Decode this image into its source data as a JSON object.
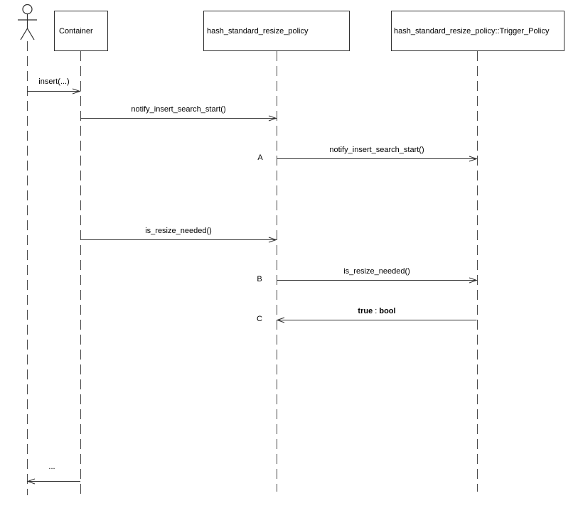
{
  "diagram": {
    "type": "uml-sequence",
    "colors": {
      "background": "#ffffff",
      "ink": "#2e2e2e",
      "lifeline": "#4a4a4a"
    },
    "actor": {
      "icon": "stick-figure-actor"
    },
    "participants": [
      {
        "label": "Container"
      },
      {
        "label": "hash_standard_resize_policy"
      },
      {
        "label": "hash_standard_resize_policy::Trigger_Policy"
      }
    ],
    "messages": [
      {
        "label": "insert(...)",
        "from": "actor",
        "to": "Container",
        "direction": "right"
      },
      {
        "label": "notify_insert_search_start()",
        "from": "Container",
        "to": "hash_standard_resize_policy",
        "direction": "right"
      },
      {
        "seq": "A",
        "label": "notify_insert_search_start()",
        "from": "hash_standard_resize_policy",
        "to": "hash_standard_resize_policy::Trigger_Policy",
        "direction": "right"
      },
      {
        "label": "is_resize_needed()",
        "from": "Container",
        "to": "hash_standard_resize_policy",
        "direction": "right"
      },
      {
        "seq": "B",
        "label": "is_resize_needed()",
        "from": "hash_standard_resize_policy",
        "to": "hash_standard_resize_policy::Trigger_Policy",
        "direction": "right"
      },
      {
        "seq": "C",
        "value": "true",
        "separator": " : ",
        "value_type": "bool",
        "from": "hash_standard_resize_policy::Trigger_Policy",
        "to": "hash_standard_resize_policy",
        "direction": "left",
        "kind": "return"
      },
      {
        "label": "...",
        "from": "Container",
        "to": "actor",
        "direction": "left",
        "kind": "return"
      }
    ]
  }
}
